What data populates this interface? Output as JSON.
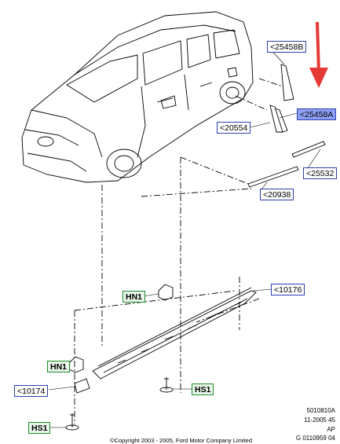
{
  "callouts": {
    "c25458b": "<25458B",
    "c25458a": "<25458A",
    "c20554": "<20554",
    "c25532": "<25532",
    "c20938": "<20938",
    "c10176": "<10176",
    "hn1_top": "HN1",
    "hn1_left": "HN1",
    "c10174": "<10174",
    "hs1_right": "HS1",
    "hs1_left": "HS1"
  },
  "footer": {
    "line1": "5010810A",
    "line2": "11-2005 45",
    "line3": "AP",
    "line4": "G 0110959 04"
  },
  "copyright": "©Copyright 2003 - 2005, Ford Motor Company Limited",
  "colors": {
    "arrow": "#e53935",
    "callout_blue": "#2b3fb0",
    "callout_highlight": "#8ea0f5",
    "callout_green": "#1f8a2a"
  }
}
